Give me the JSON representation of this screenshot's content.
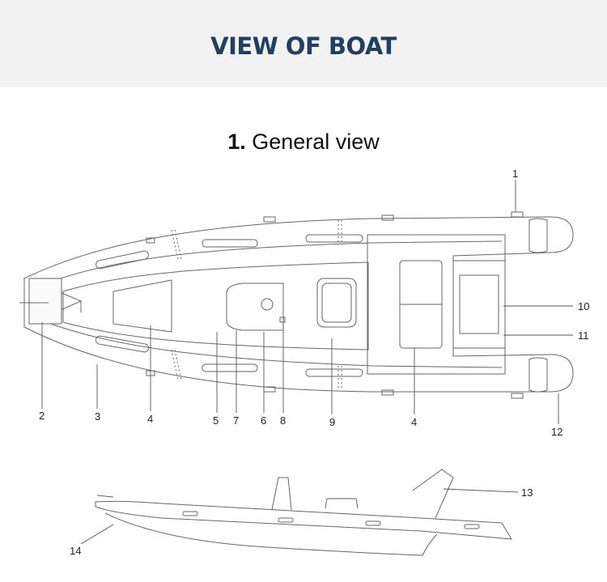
{
  "banner": {
    "title": "VIEW OF BOAT"
  },
  "section": {
    "number": "1.",
    "title": "General view"
  },
  "callouts": {
    "c1": "1",
    "c2": "2",
    "c3": "3",
    "c4a": "4",
    "c4b": "4",
    "c5": "5",
    "c6": "6",
    "c7": "7",
    "c8": "8",
    "c9": "9",
    "c10": "10",
    "c11": "11",
    "c12": "12",
    "c13": "13",
    "c14": "14"
  },
  "colors": {
    "banner_bg": "#f2f2f2",
    "title_text": "#1f3f63",
    "line": "#555555"
  }
}
